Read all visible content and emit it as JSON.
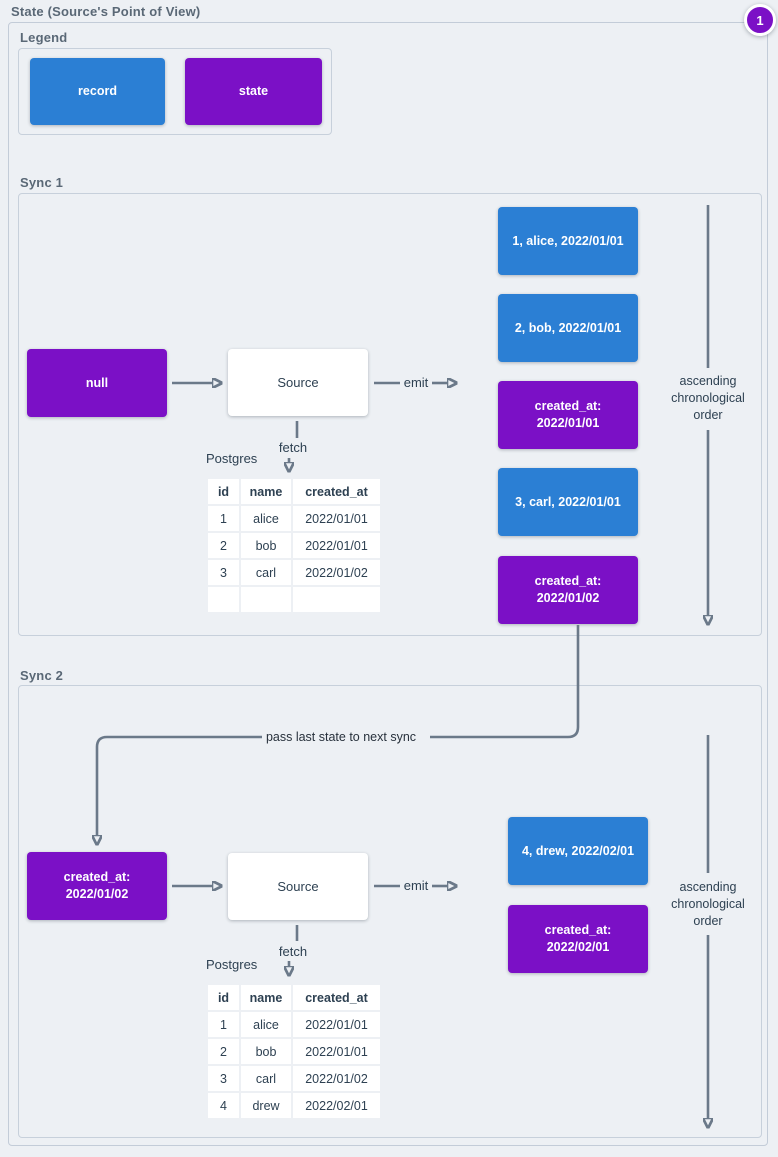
{
  "page": {
    "title": "State (Source's Point of View)",
    "badge_label": "1",
    "colors": {
      "record": "#2b7fd4",
      "state": "#7b10c6",
      "arrow": "#6b7989"
    }
  },
  "legend": {
    "label": "Legend",
    "record_label": "record",
    "state_label": "state"
  },
  "sync1": {
    "label": "Sync 1",
    "input_state": "null",
    "source": "Source",
    "emit": "emit",
    "fetch": "fetch",
    "db": "Postgres",
    "table": {
      "headers": [
        "id",
        "name",
        "created_at"
      ],
      "rows": [
        [
          "1",
          "alice",
          "2022/01/01"
        ],
        [
          "2",
          "bob",
          "2022/01/01"
        ],
        [
          "3",
          "carl",
          "2022/01/02"
        ],
        [
          "",
          "",
          ""
        ]
      ]
    },
    "emitted": [
      {
        "kind": "record",
        "text": "1, alice, 2022/01/01"
      },
      {
        "kind": "record",
        "text": "2, bob, 2022/01/01"
      },
      {
        "kind": "state",
        "line1": "created_at:",
        "line2": "2022/01/01"
      },
      {
        "kind": "record",
        "text": "3, carl, 2022/01/01"
      },
      {
        "kind": "state",
        "line1": "created_at:",
        "line2": "2022/01/02"
      }
    ],
    "order_note": [
      "ascending",
      "chronological",
      "order"
    ]
  },
  "connector": {
    "label": "pass last state to next sync"
  },
  "sync2": {
    "label": "Sync 2",
    "input_state": {
      "line1": "created_at:",
      "line2": "2022/01/02"
    },
    "source": "Source",
    "emit": "emit",
    "fetch": "fetch",
    "db": "Postgres",
    "table": {
      "headers": [
        "id",
        "name",
        "created_at"
      ],
      "rows": [
        [
          "1",
          "alice",
          "2022/01/01"
        ],
        [
          "2",
          "bob",
          "2022/01/01"
        ],
        [
          "3",
          "carl",
          "2022/01/02"
        ],
        [
          "4",
          "drew",
          "2022/02/01"
        ]
      ]
    },
    "emitted": [
      {
        "kind": "record",
        "text": "4, drew, 2022/02/01"
      },
      {
        "kind": "state",
        "line1": "created_at:",
        "line2": "2022/02/01"
      }
    ],
    "order_note": [
      "ascending",
      "chronological",
      "order"
    ]
  }
}
